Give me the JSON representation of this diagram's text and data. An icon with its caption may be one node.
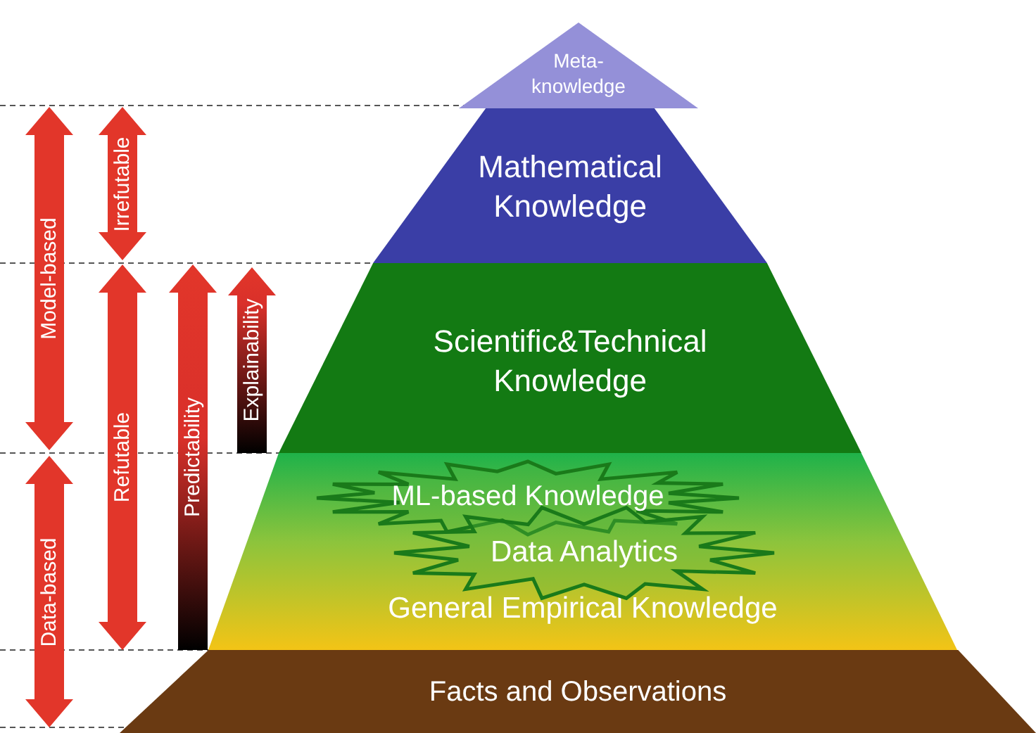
{
  "diagram": {
    "nodes": [
      {
        "text": [
          "Meta-knowledge"
        ]
      },
      {
        "text": [
          "Mathematical Knowledge"
        ]
      },
      {
        "text": [
          "Scientific&Technical Knowledge"
        ]
      },
      {
        "text": [
          "General Empirical Knowledge"
        ]
      },
      {
        "text": [
          "ML-based Knowledge"
        ],
        "in": 3
      },
      {
        "text": [
          "Data Analytics"
        ],
        "in": 3
      },
      {
        "text": [
          "Facts and Observations"
        ]
      }
    ],
    "labels": [
      "Model-based",
      "Irrefutable",
      "Refutable",
      "Predictability",
      "Explainability",
      "Data-based"
    ]
  }
}
